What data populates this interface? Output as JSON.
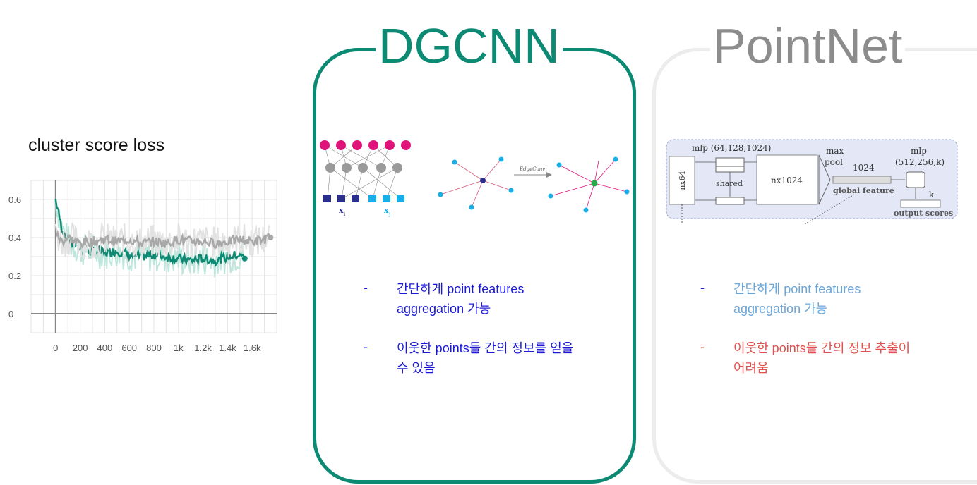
{
  "chart_data": {
    "type": "line",
    "title": "cluster score loss",
    "xlabel": "",
    "ylabel": "",
    "xlim": [
      -200,
      1800
    ],
    "ylim": [
      -0.1,
      0.7
    ],
    "x_ticks": [
      "0",
      "200",
      "400",
      "600",
      "800",
      "1k",
      "1.2k",
      "1.4k",
      "1.6k"
    ],
    "y_ticks": [
      "0.6",
      "0.4",
      "0.2",
      "0"
    ],
    "grid": true,
    "series": [
      {
        "color": "#0d8a73",
        "x": [
          0,
          50,
          100,
          200,
          300,
          400,
          500,
          600,
          700,
          800,
          900,
          1000,
          1100,
          1200,
          1300,
          1400,
          1500,
          1540
        ],
        "values": [
          0.6,
          0.45,
          0.38,
          0.34,
          0.33,
          0.32,
          0.33,
          0.31,
          0.3,
          0.31,
          0.3,
          0.29,
          0.28,
          0.29,
          0.28,
          0.3,
          0.31,
          0.29
        ]
      },
      {
        "color": "#a8a8a8",
        "x": [
          0,
          50,
          100,
          200,
          300,
          400,
          500,
          600,
          700,
          800,
          900,
          1000,
          1100,
          1200,
          1300,
          1400,
          1500,
          1600,
          1700,
          1750
        ],
        "values": [
          0.42,
          0.38,
          0.4,
          0.37,
          0.38,
          0.39,
          0.38,
          0.39,
          0.37,
          0.38,
          0.37,
          0.39,
          0.38,
          0.38,
          0.37,
          0.38,
          0.39,
          0.38,
          0.39,
          0.4
        ]
      }
    ]
  },
  "dgcnn": {
    "title": "DGCNN",
    "color": "#0d8a73",
    "diagram": {
      "labels": [
        "x",
        "i",
        "x",
        "j",
        "EdgeConv"
      ]
    },
    "bullets": [
      {
        "dash": "-",
        "text": "간단하게 point features aggregation 가능",
        "color": "#1a1ad6"
      },
      {
        "dash": "-",
        "text": "이웃한 points들 간의 정보를 얻을 수 있음",
        "color": "#1a1ad6"
      }
    ]
  },
  "pointnet": {
    "title": "PointNet",
    "color": "#8c8c8c",
    "diagram": {
      "mlp1": "mlp (64,128,1024)",
      "nx64": "nx64",
      "shared": "shared",
      "nx1024": "nx1024",
      "maxpool": "max",
      "maxpool2": "pool",
      "dim": "1024",
      "global": "global feature",
      "mlp2": "mlp",
      "mlp2dims": "(512,256,k)",
      "k": "k",
      "output": "output scores"
    },
    "bullets": [
      {
        "dash": "-",
        "text": "간단하게 point features aggregation 가능",
        "color": "#6aa6d8"
      },
      {
        "dash": "-",
        "text": "이웃한 points들 간의 정보 추출이 어려움",
        "color": "#e0504e"
      }
    ]
  }
}
